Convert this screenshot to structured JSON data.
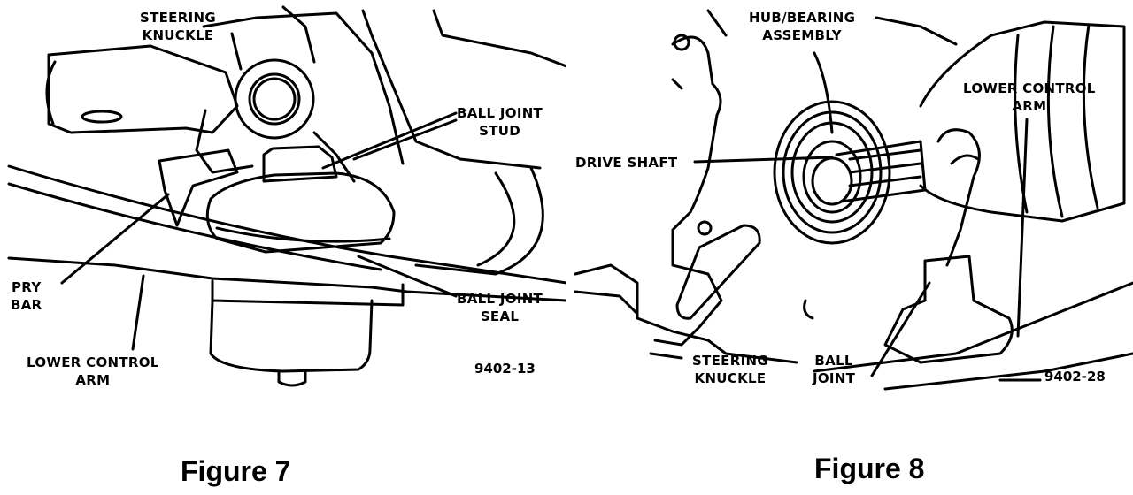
{
  "figure7": {
    "caption": "Figure 7",
    "code": "9402-13",
    "labels": {
      "steering_knuckle": [
        "STEERING",
        "KNUCKLE"
      ],
      "ball_joint_stud": [
        "BALL JOINT",
        "STUD"
      ],
      "pry_bar": [
        "PRY",
        "BAR"
      ],
      "ball_joint_seal": [
        "BALL JOINT",
        "SEAL"
      ],
      "lower_control_arm": [
        "LOWER CONTROL",
        "ARM"
      ]
    }
  },
  "figure8": {
    "caption": "Figure 8",
    "code": "9402-28",
    "labels": {
      "hub_bearing_assembly": [
        "HUB/BEARING",
        "ASSEMBLY"
      ],
      "lower_control_arm": [
        "LOWER CONTROL",
        "ARM"
      ],
      "drive_shaft": "DRIVE SHAFT",
      "steering_knuckle": [
        "STEERING",
        "KNUCKLE"
      ],
      "ball_joint": [
        "BALL",
        "JOINT"
      ]
    }
  },
  "colors": {
    "ink": "#000000",
    "paper": "#ffffff"
  }
}
